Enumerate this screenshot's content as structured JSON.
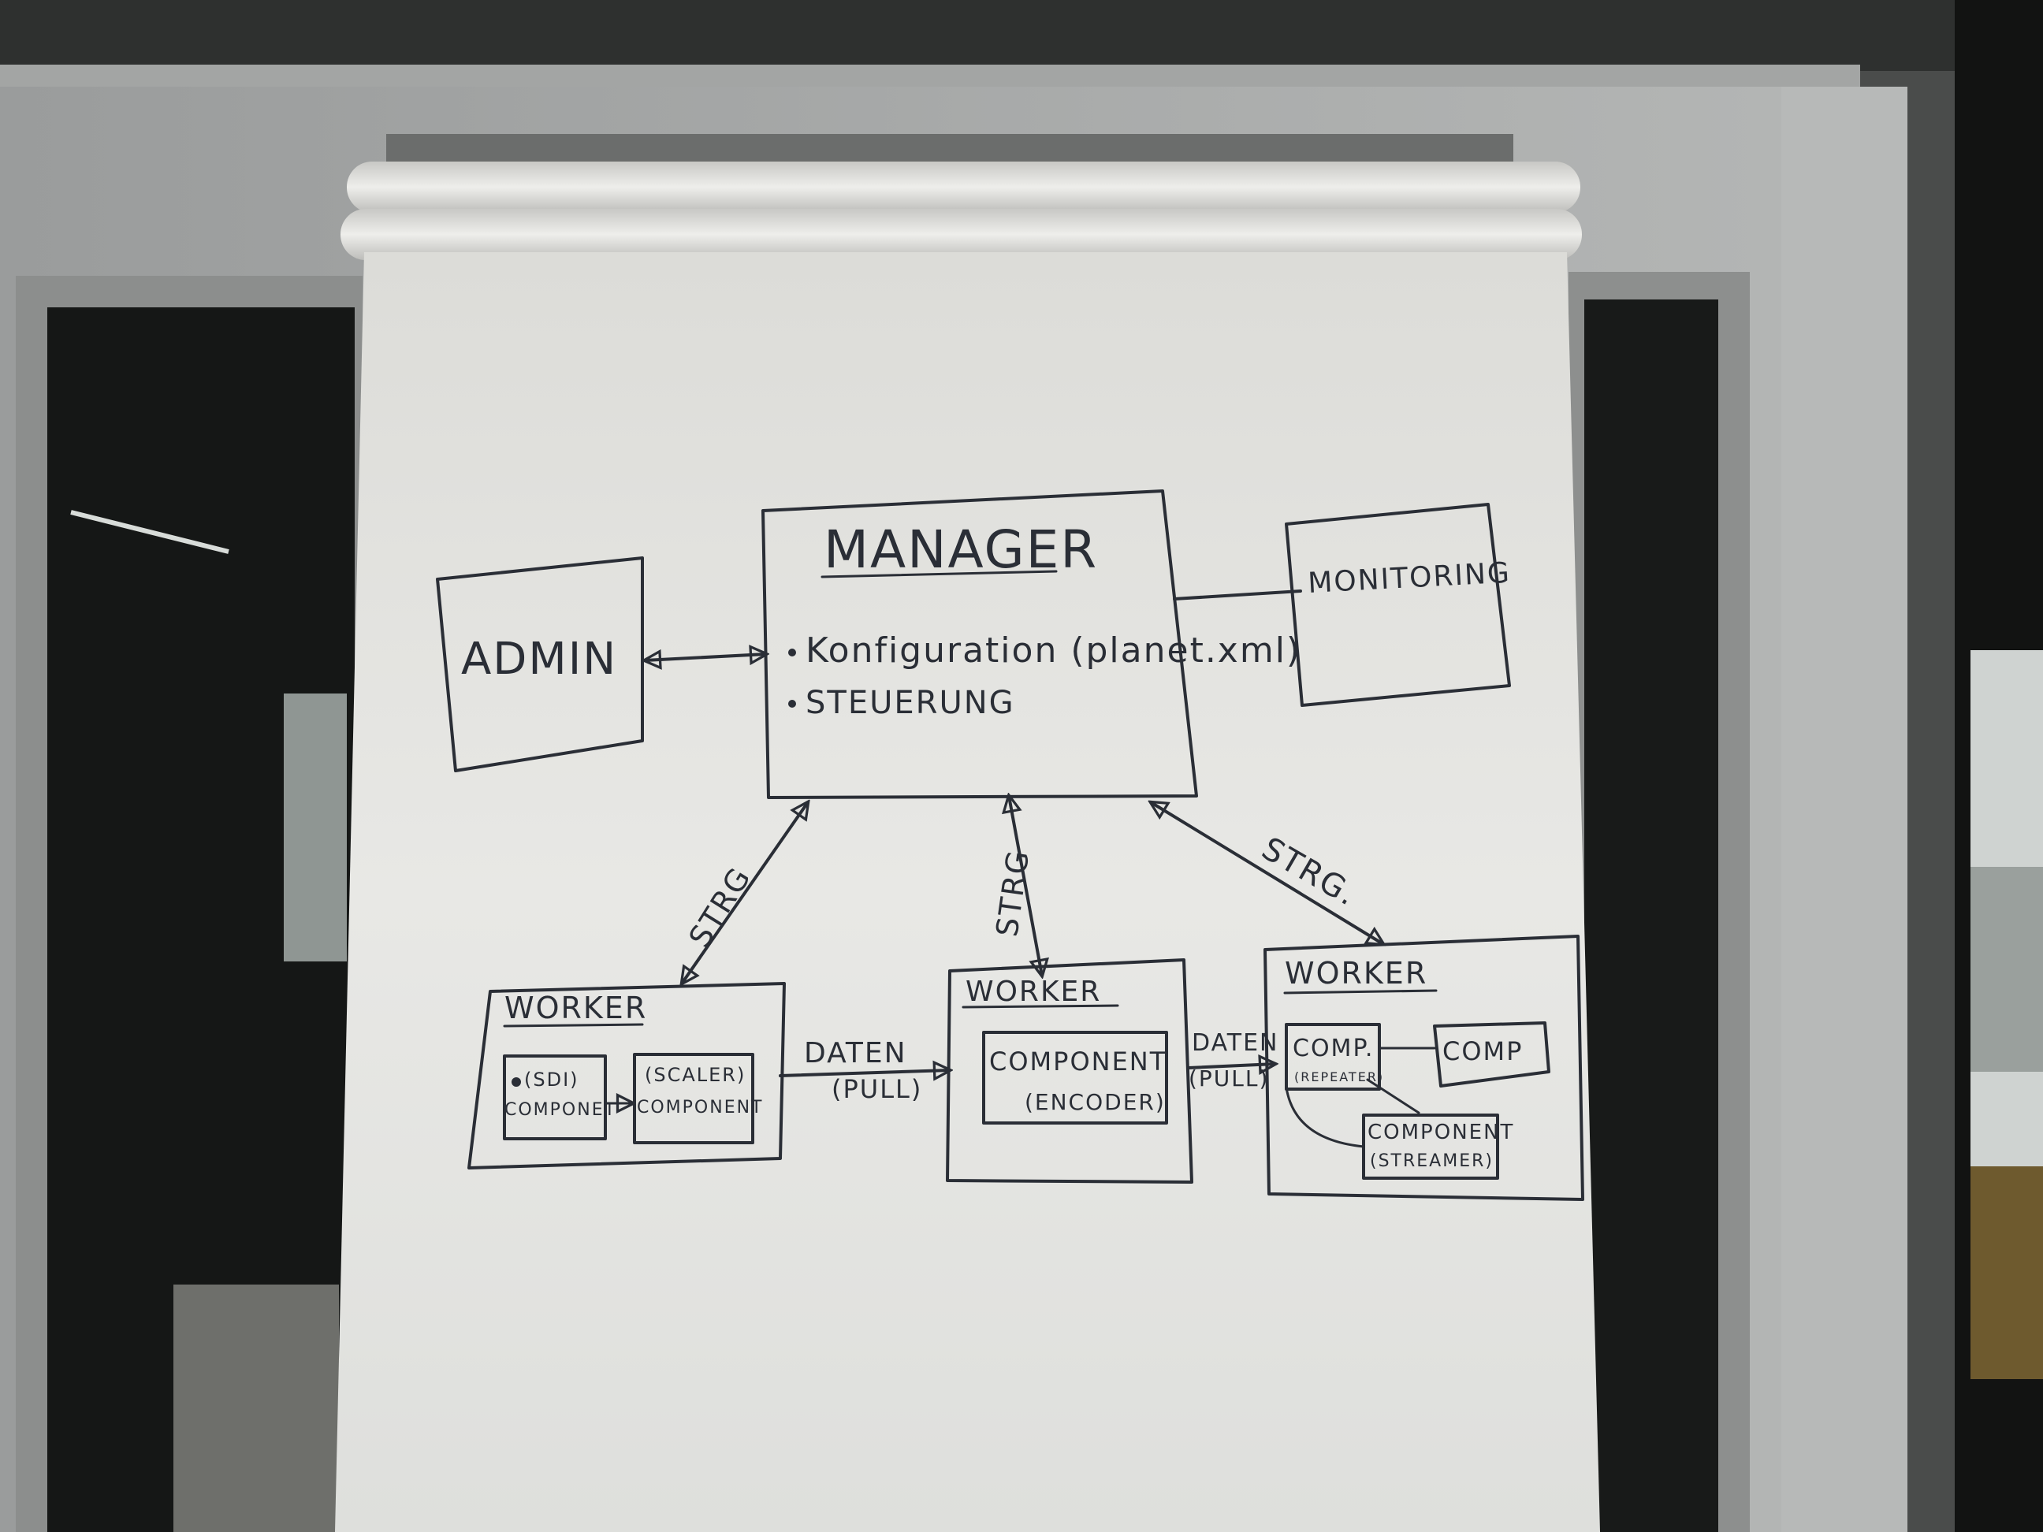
{
  "nodes": {
    "admin": {
      "label": "ADMIN"
    },
    "manager": {
      "title": "MANAGER",
      "bullets": [
        "Konfiguration (planet.xml)",
        "STEUERUNG"
      ]
    },
    "monitoring": {
      "label": "MONITORING"
    },
    "worker_left": {
      "title": "WORKER",
      "components": [
        {
          "line1": "(SDI)",
          "line2": "COMPONET"
        },
        {
          "line1": "(SCALER)",
          "line2": "COMPONENT"
        }
      ]
    },
    "worker_middle": {
      "title": "WORKER",
      "component": {
        "line1": "COMPONENT",
        "line2": "(ENCODER)"
      }
    },
    "worker_right": {
      "title": "WORKER",
      "components": [
        {
          "line1": "COMP.",
          "line2": "(REPEATER)"
        },
        {
          "line1": "COMP",
          "line2": ""
        },
        {
          "line1": "COMPONENT",
          "line2": "(STREAMER)"
        }
      ]
    }
  },
  "edges": {
    "strg_left": "STRG",
    "strg_middle": "STRG",
    "strg_right": "STRG.",
    "daten_1": {
      "line1": "DATEN",
      "line2": "(PULL)"
    },
    "daten_2": {
      "line1": "DATEN",
      "line2": "(PULL)"
    }
  },
  "colors": {
    "ink": "#2a2e36",
    "paper": "#e9e9e6",
    "background": "#3a3c3b"
  }
}
